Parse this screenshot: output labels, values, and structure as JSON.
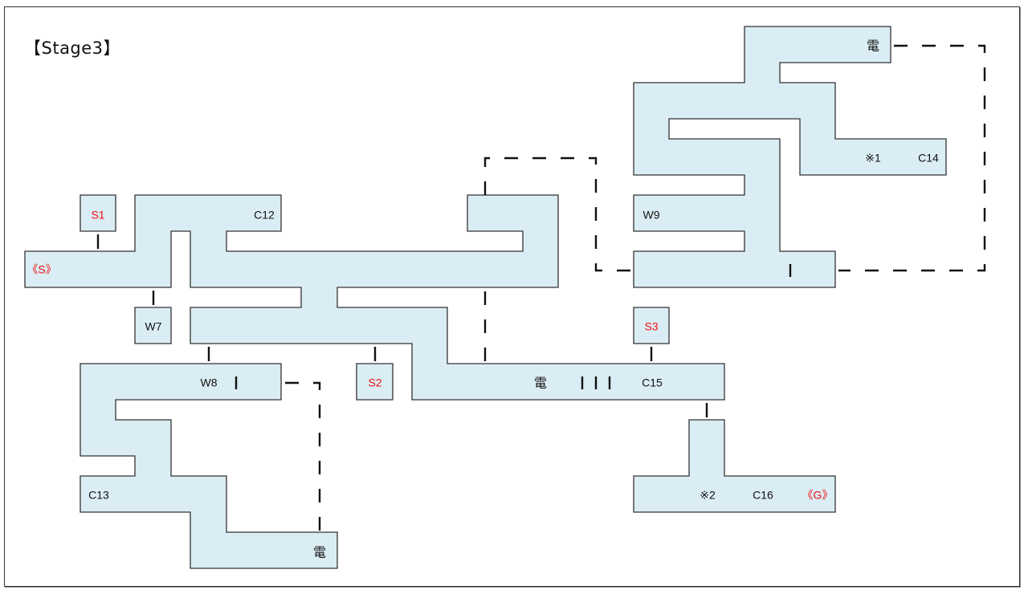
{
  "title": "【Stage3】",
  "colors": {
    "room_fill": "#dbedf4",
    "room_stroke": "#333333",
    "label_default": "#111111",
    "label_highlight": "#ee1111"
  },
  "rooms": [
    {
      "id": "start-area",
      "name": "start-corridor"
    },
    {
      "id": "s1-room",
      "name": "S1"
    },
    {
      "id": "w7-room",
      "name": "W7"
    },
    {
      "id": "central-hall",
      "name": "central"
    },
    {
      "id": "s2-room",
      "name": "S2"
    },
    {
      "id": "s3-room",
      "name": "S3"
    },
    {
      "id": "southwest-wing",
      "name": "W8/C13"
    },
    {
      "id": "northeast-wing",
      "name": "W9/C14"
    },
    {
      "id": "goal-area",
      "name": "C16"
    }
  ],
  "labels": [
    {
      "id": "label-s1",
      "text": "S1",
      "kind": "highlight"
    },
    {
      "id": "label-start",
      "text": "《S》",
      "kind": "highlight"
    },
    {
      "id": "label-c12",
      "text": "C12",
      "kind": "default"
    },
    {
      "id": "label-w7",
      "text": "W7",
      "kind": "default"
    },
    {
      "id": "label-w8",
      "text": "W8",
      "kind": "default"
    },
    {
      "id": "label-w8-door",
      "text": "|",
      "kind": "door"
    },
    {
      "id": "label-s2",
      "text": "S2",
      "kind": "highlight"
    },
    {
      "id": "label-c13",
      "text": "C13",
      "kind": "default"
    },
    {
      "id": "label-den-sw",
      "text": "電",
      "kind": "kanji"
    },
    {
      "id": "label-den-c15",
      "text": "電",
      "kind": "kanji"
    },
    {
      "id": "label-c15-door1",
      "text": "|",
      "kind": "door"
    },
    {
      "id": "label-c15-door2",
      "text": "|",
      "kind": "door"
    },
    {
      "id": "label-c15-door3",
      "text": "|",
      "kind": "door"
    },
    {
      "id": "label-c15",
      "text": "C15",
      "kind": "default"
    },
    {
      "id": "label-s3",
      "text": "S3",
      "kind": "highlight"
    },
    {
      "id": "label-den-ne",
      "text": "電",
      "kind": "kanji"
    },
    {
      "id": "label-note1",
      "text": "※1",
      "kind": "default"
    },
    {
      "id": "label-c14",
      "text": "C14",
      "kind": "default"
    },
    {
      "id": "label-w9",
      "text": "W9",
      "kind": "default"
    },
    {
      "id": "label-ne-door",
      "text": "|",
      "kind": "door"
    },
    {
      "id": "label-note2",
      "text": "※2",
      "kind": "default"
    },
    {
      "id": "label-c16",
      "text": "C16",
      "kind": "default"
    },
    {
      "id": "label-goal",
      "text": "《G》",
      "kind": "highlight"
    }
  ],
  "connections": [
    {
      "id": "s1-to-start",
      "type": "door"
    },
    {
      "id": "start-to-w7",
      "type": "door"
    },
    {
      "id": "central-to-w8",
      "type": "door"
    },
    {
      "id": "central-to-s2",
      "type": "door"
    },
    {
      "id": "s3-to-c15",
      "type": "door"
    },
    {
      "id": "c15-to-goal",
      "type": "door"
    },
    {
      "id": "w8-to-den-sw",
      "type": "power-line"
    },
    {
      "id": "central-to-c15",
      "type": "power-line"
    },
    {
      "id": "central-to-ne-wing",
      "type": "power-line"
    },
    {
      "id": "den-ne-to-ne-wing",
      "type": "power-line"
    }
  ]
}
